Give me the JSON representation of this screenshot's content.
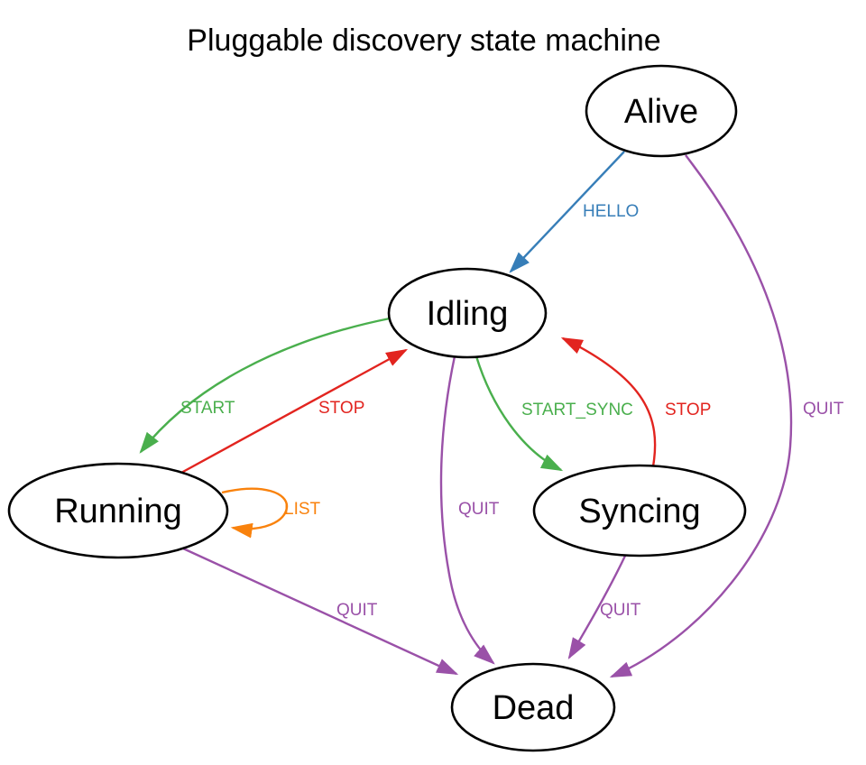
{
  "title": "Pluggable discovery state machine",
  "colors": {
    "blue": "#377eb8",
    "green": "#4aaf4d",
    "red": "#e2241f",
    "orange": "#f9820d",
    "purple": "#9a51a8",
    "node_fill": "#ffffff",
    "node_stroke": "#000000",
    "text": "#000000",
    "background": "#ffffff"
  },
  "nodes": [
    {
      "id": "alive",
      "label": "Alive"
    },
    {
      "id": "idling",
      "label": "Idling"
    },
    {
      "id": "running",
      "label": "Running"
    },
    {
      "id": "syncing",
      "label": "Syncing"
    },
    {
      "id": "dead",
      "label": "Dead"
    }
  ],
  "edges": [
    {
      "from": "Alive",
      "to": "Idling",
      "label": "HELLO",
      "color": "blue"
    },
    {
      "from": "Alive",
      "to": "Dead",
      "label": "QUIT",
      "color": "purple"
    },
    {
      "from": "Idling",
      "to": "Running",
      "label": "START",
      "color": "green"
    },
    {
      "from": "Running",
      "to": "Idling",
      "label": "STOP",
      "color": "red"
    },
    {
      "from": "Running",
      "to": "Running",
      "label": "LIST",
      "color": "orange"
    },
    {
      "from": "Idling",
      "to": "Syncing",
      "label": "START_SYNC",
      "color": "green"
    },
    {
      "from": "Syncing",
      "to": "Idling",
      "label": "STOP",
      "color": "red"
    },
    {
      "from": "Idling",
      "to": "Dead",
      "label": "QUIT",
      "color": "purple"
    },
    {
      "from": "Running",
      "to": "Dead",
      "label": "QUIT",
      "color": "purple"
    },
    {
      "from": "Syncing",
      "to": "Dead",
      "label": "QUIT",
      "color": "purple"
    }
  ]
}
